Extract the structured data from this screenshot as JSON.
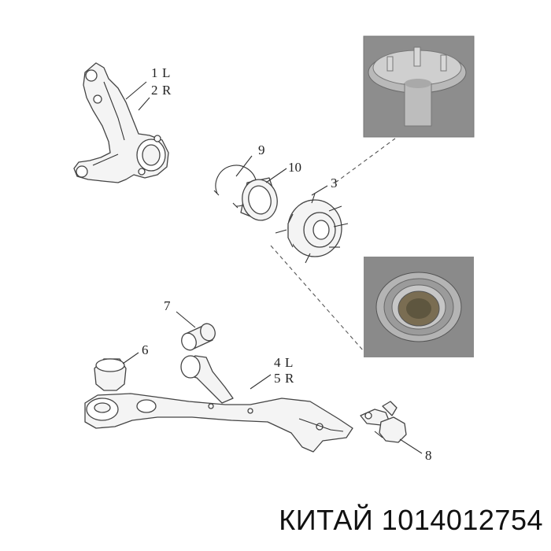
{
  "callouts": {
    "c1": "1",
    "c1s": "L",
    "c2": "2",
    "c2s": "R",
    "c3": "3",
    "c4": "4",
    "c4s": "L",
    "c5": "5",
    "c5s": "R",
    "c6": "6",
    "c7": "7",
    "c8": "8",
    "c9": "9",
    "c10": "10"
  },
  "caption": "КИТАЙ 1014012754"
}
